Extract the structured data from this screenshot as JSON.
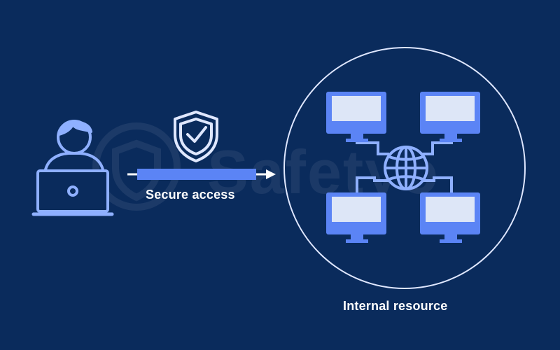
{
  "watermark": {
    "text": "Safetyo"
  },
  "labels": {
    "secure_access": "Secure access",
    "internal_resource": "Internal resource"
  },
  "colors": {
    "background": "#0a2b5c",
    "icon_outline": "#8fb0ff",
    "icon_fill": "#5b84f5",
    "screen": "#dde6f7",
    "white": "#ffffff"
  },
  "icons": [
    "user-laptop-icon",
    "shield-check-icon",
    "globe-icon",
    "monitor-icon"
  ]
}
